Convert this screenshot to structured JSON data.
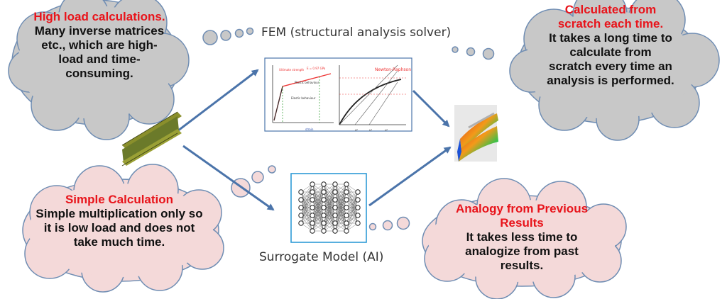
{
  "fem_label": "FEM (structural analysis solver)",
  "surrogate_label": "Surrogate Model (AI)",
  "cloud_fem_left": {
    "heading": "High load calculations.",
    "body": "Many inverse matrices etc., which are high-load and time-consuming."
  },
  "cloud_fem_right": {
    "heading": "Calculated from scratch each time.",
    "body": "It takes a long time to calculate from scratch every time an analysis is performed."
  },
  "cloud_ai_left": {
    "heading": "Simple Calculation",
    "body": "Simple multiplication only so it is low load and does not take much time."
  },
  "cloud_ai_right": {
    "heading": "Analogy from Previous Results",
    "body": "It takes less time to analogize from past results."
  },
  "fem_plot": {
    "left_title": "",
    "right_title": "Newton-Raphson"
  },
  "colors": {
    "cloud_gray": "#c8c8c8",
    "cloud_pink": "#f4d9d9",
    "cloud_stroke": "#6f8db3",
    "arrow": "#4b74aa",
    "highlight": "#e8141b",
    "nn_border": "#2e9bd6"
  }
}
